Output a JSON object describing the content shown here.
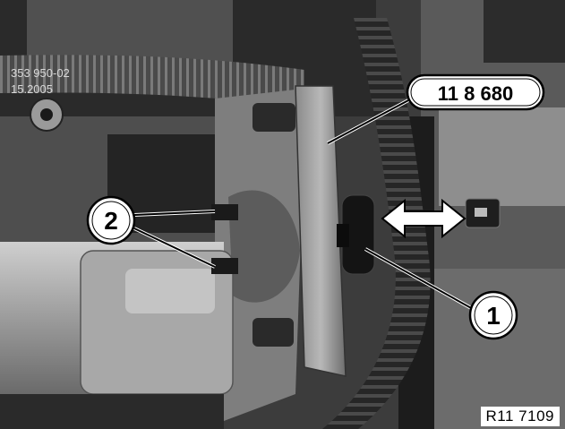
{
  "photo": {
    "casting_text_1": "353 950-02",
    "casting_text_2": "15.2005"
  },
  "callouts": {
    "tool_number": "11 8 680",
    "item_1": "1",
    "item_2": "2"
  },
  "reference": "R11 7109"
}
